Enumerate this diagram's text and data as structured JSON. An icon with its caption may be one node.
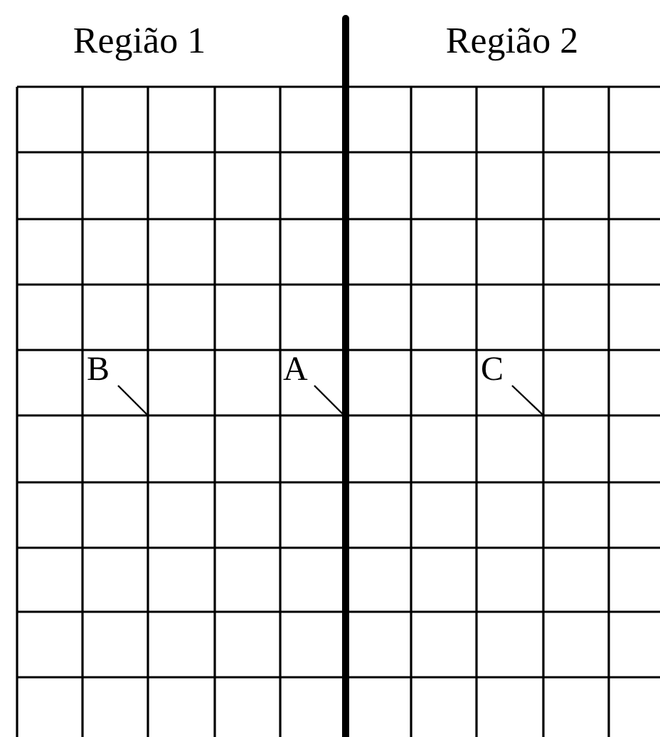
{
  "diagram": {
    "nodes": [
      {
        "text": [
          "B"
        ]
      },
      {
        "text": [
          "A"
        ]
      },
      {
        "text": [
          "C"
        ]
      }
    ],
    "edges": [
      {
        "from": 0,
        "to": null,
        "arrow": "none"
      },
      {
        "from": 1,
        "to": null,
        "arrow": "none"
      },
      {
        "from": 2,
        "to": null,
        "arrow": "none"
      }
    ],
    "labels": [
      "Região 1",
      "Região 2"
    ]
  }
}
